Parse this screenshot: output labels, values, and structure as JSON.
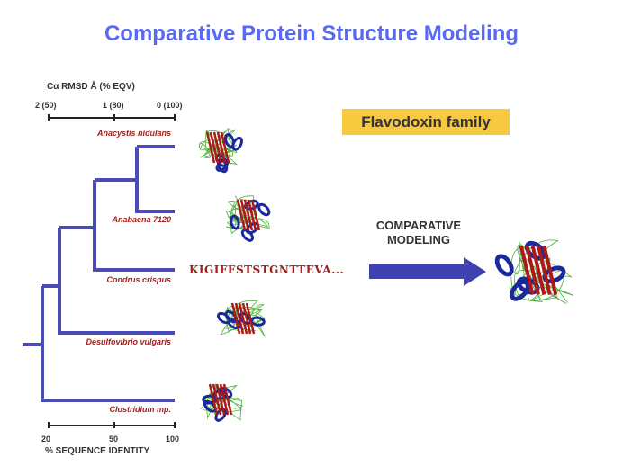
{
  "title": "Comparative Protein Structure Modeling",
  "top_axis": {
    "label": "Cα RMSD Å (% EQV)",
    "ticks": [
      "2 (50)",
      "1 (80)",
      "0 (100)"
    ]
  },
  "bottom_axis": {
    "label": "% SEQUENCE IDENTITY",
    "ticks": [
      "20",
      "50",
      "100"
    ]
  },
  "species": [
    "Anacystis nidulans",
    "Anabaena 7120",
    "Condrus crispus",
    "Desulfovibrio vulgaris",
    "Clostridium mp."
  ],
  "family_label": "Flavodoxin family",
  "modeling_label": "COMPARATIVE MODELING",
  "sequence": "KIGIFFSTSTGNTTEVA...",
  "colors": {
    "tree": "#4a4ab8",
    "title": "#5a6af0",
    "species": "#a0201c",
    "box": "#f7c93f",
    "arrow": "#4040b0"
  }
}
